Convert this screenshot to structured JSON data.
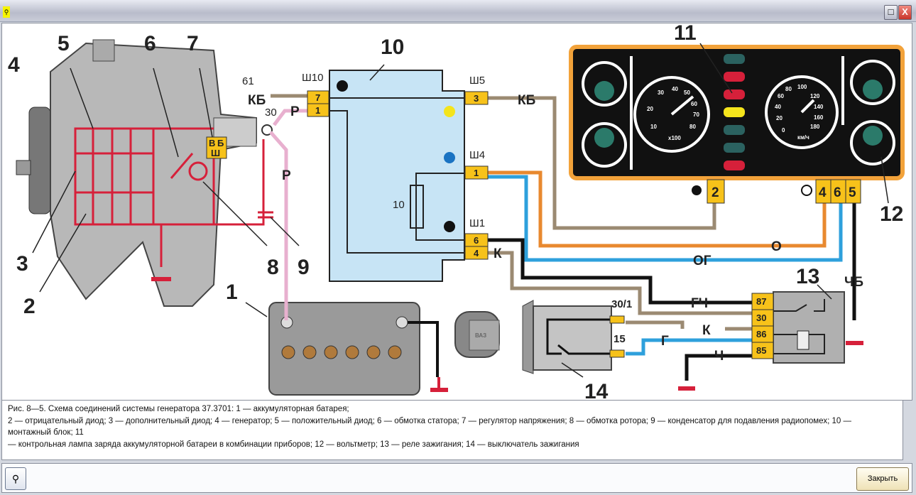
{
  "window": {
    "app_icon": "car-icon",
    "maximize_label": "□",
    "close_label": "X"
  },
  "diagram": {
    "component_numbers": [
      "1",
      "2",
      "3",
      "4",
      "5",
      "6",
      "7",
      "8",
      "9",
      "10",
      "11",
      "12",
      "13",
      "14"
    ],
    "regulator_terminals": [
      "В",
      "Б",
      "Ш"
    ],
    "generator_terminals": {
      "t61": "61",
      "t30": "30"
    },
    "wire_labels": {
      "kb_left": "КБ",
      "r_top": "Р",
      "r_vertical": "Р",
      "kb_right": "КБ",
      "k_block": "К",
      "o": "О",
      "og": "ОГ",
      "gch": "ГЧ",
      "k_relay": "К",
      "g": "Г",
      "ch": "Ч",
      "chb": "ЧБ"
    },
    "mounting_block": {
      "connectors": [
        "Ш10",
        "Ш5",
        "Ш4",
        "Ш1"
      ],
      "sh10_pins": [
        "7",
        "1"
      ],
      "sh5_pins": [
        "3"
      ],
      "sh4_pins": [
        "1"
      ],
      "sh1_pins": [
        "6",
        "4"
      ],
      "fuse_label": "10"
    },
    "cluster": {
      "pins_left": [
        "2"
      ],
      "pins_right": [
        "4",
        "6",
        "5"
      ],
      "tach_ticks": [
        "10",
        "20",
        "30",
        "40",
        "50",
        "60",
        "70",
        "80"
      ],
      "tach_unit": "x100",
      "speedo_ticks": [
        "0",
        "20",
        "40",
        "60",
        "80",
        "100",
        "120",
        "140",
        "160",
        "180"
      ],
      "speedo_unit": "км/ч"
    },
    "relay_pins": [
      "87",
      "30",
      "86",
      "85"
    ],
    "switch": {
      "terminals": [
        "30/1",
        "15"
      ],
      "key_brand": "ВАЗ"
    },
    "colors": {
      "wire_brown": "#9b8a72",
      "wire_pink": "#e8b0cf",
      "wire_orange": "#e8892f",
      "wire_blue": "#2ea0dc",
      "circuit_red": "#d6203a",
      "connector_yellow": "#f7c21a",
      "block_blue": "#c7e4f5"
    }
  },
  "caption": {
    "lines": [
      "Рис. 8—5. Схема соединений системы генератора 37.3701: 1 — аккумуляторная батарея;",
      "2 — отрицательный диод; 3 — дополнительный диод; 4 — генератор; 5 — положительный диод; 6 — обмотка статора; 7 — регулятор напряжения; 8 — обмотка ротора; 9 — конденсатор для подавления радиопомех; 10 — монтажный блок; 11",
      "— контрольная лампа заряда аккумуляторной батареи в комбинации приборов; 12 — вольтметр; 13 — реле зажигания; 14 — выключатель зажигания"
    ]
  },
  "footer": {
    "zoom_icon": "magnifier-icon",
    "close_label": "Закрыть"
  }
}
